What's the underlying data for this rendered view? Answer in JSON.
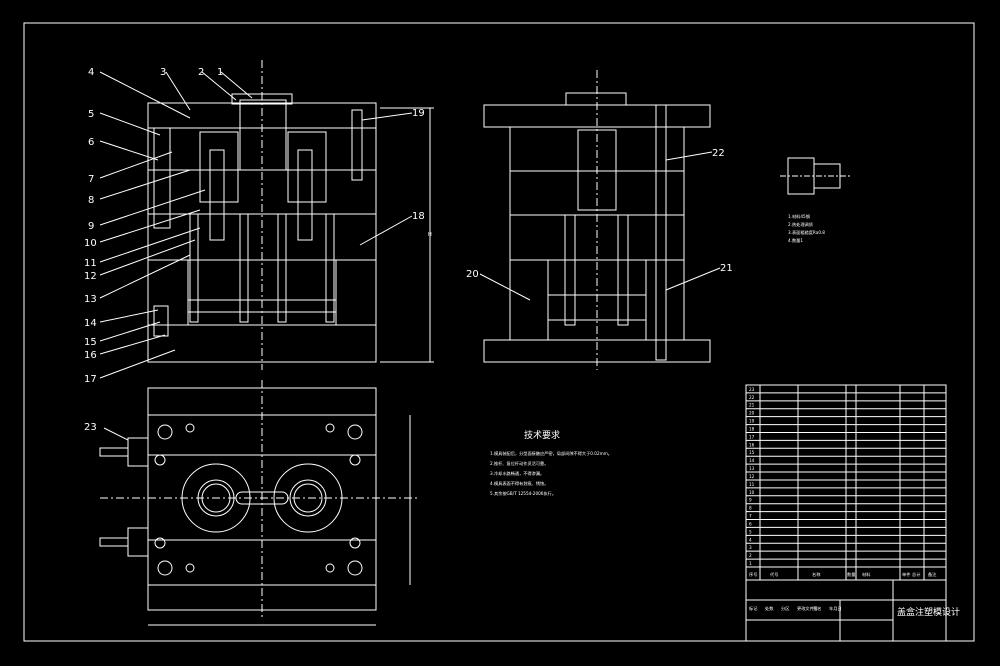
{
  "drawing": {
    "part_labels_left": [
      "4",
      "3",
      "2",
      "1",
      "5",
      "6",
      "7",
      "8",
      "9",
      "10",
      "11",
      "12",
      "13",
      "14",
      "15",
      "16",
      "17"
    ],
    "part_labels_right": [
      "19",
      "18"
    ],
    "side_labels": [
      "22",
      "20",
      "21"
    ],
    "plan_label": "23",
    "tech_title": "技术要求",
    "tech_notes": [
      "1.模具装配后，分型面接触应严密，局部间隙不得大于0.02mm。",
      "2.推杆、复位杆动作灵活可靠。",
      "3.冷却水路畅通，不得渗漏。",
      "4.模具表面不得有划痕、锈蚀。",
      "5.其余按GB/T 12554-2006执行。"
    ],
    "detail_notes": [
      "1.材料45钢",
      "2.热处理调质",
      "3.表面粗糙度Ra0.8",
      "4.数量1"
    ],
    "title_block": {
      "drawing_title": "盖盒注塑模设计",
      "header_cols": [
        "序号",
        "代号",
        "名称",
        "数量",
        "材料",
        "单件",
        "总计",
        "备注"
      ],
      "footer": [
        "标记",
        "处数",
        "分区",
        "更改文件号",
        "签名",
        "年月日"
      ],
      "rows": [
        "23",
        "22",
        "21",
        "20",
        "19",
        "18",
        "17",
        "16",
        "15",
        "14",
        "13",
        "12",
        "11",
        "10",
        "9",
        "8",
        "7",
        "6",
        "5",
        "4",
        "3",
        "2",
        "1"
      ]
    }
  }
}
